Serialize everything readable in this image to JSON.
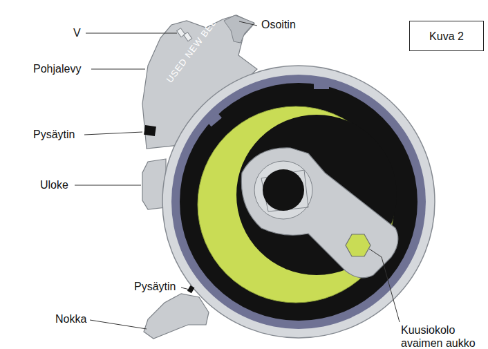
{
  "diagram": {
    "nodes": [
      {
        "text": [
          "Kuva 2"
        ]
      }
    ],
    "labels": [
      "Osoitin",
      "V",
      "Pohjalevy",
      "USED NEW BELT",
      "Pysäytin",
      "Uloke",
      "Pysäytin",
      "Nokka",
      "Kuusiokolo avaimen aukko"
    ]
  }
}
